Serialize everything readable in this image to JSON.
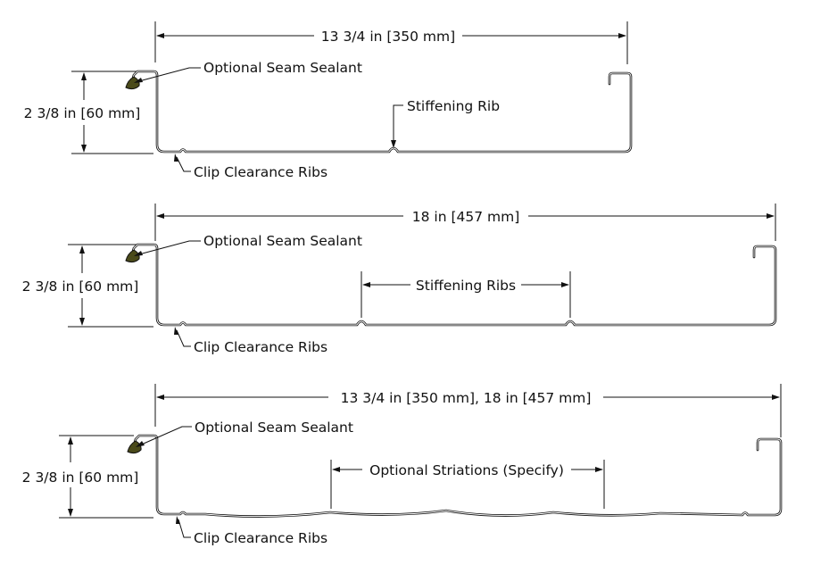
{
  "panels": [
    {
      "width_dim": "13 3/4 in [350 mm]",
      "height_dim": "2 3/8 in [60 mm]",
      "sealant": "Optional Seam Sealant",
      "ribs_label": "Stiffening Rib",
      "clip": "Clip Clearance Ribs"
    },
    {
      "width_dim": "18 in [457 mm]",
      "height_dim": "2 3/8 in [60 mm]",
      "sealant": "Optional Seam Sealant",
      "ribs_label": "Stiffening Ribs",
      "clip": "Clip Clearance Ribs"
    },
    {
      "width_dim": "13 3/4 in [350 mm], 18 in [457 mm]",
      "height_dim": "2 3/8 in [60 mm]",
      "sealant": "Optional Seam Sealant",
      "ribs_label": "Optional Striations (Specify)",
      "clip": "Clip Clearance Ribs"
    }
  ],
  "colors": {
    "line": "#111111",
    "sealant": "#4a4a1a"
  }
}
